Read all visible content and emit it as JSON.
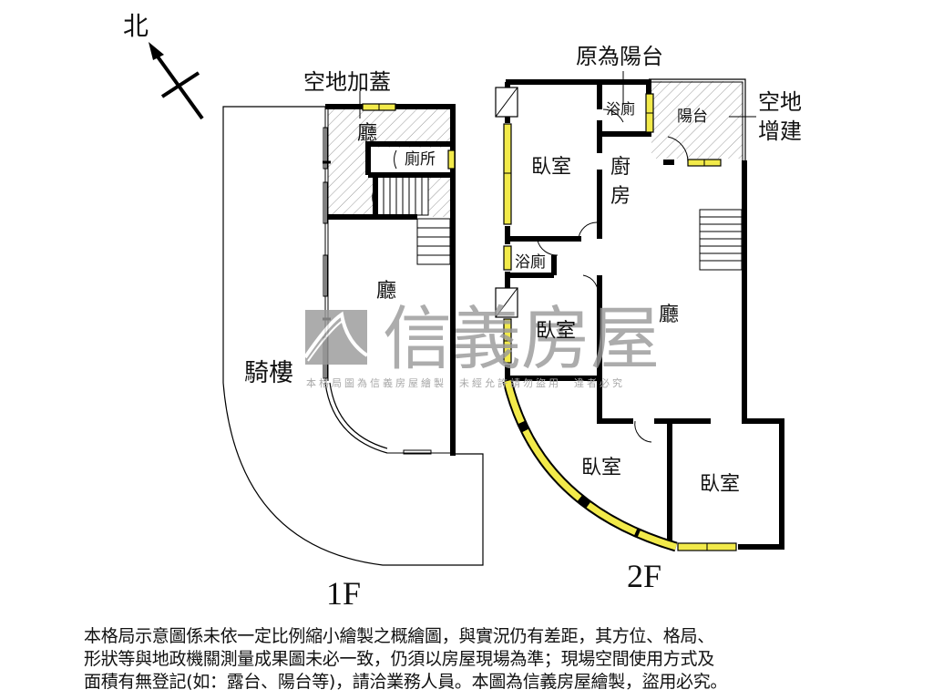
{
  "compass": {
    "north_label": "北"
  },
  "floor_1f": {
    "floor_label": "1F",
    "annotation_added_structure": "空地加蓋",
    "rooms": {
      "living_upper": "廳",
      "toilet": "廁所",
      "living_main": "廳",
      "arcade": "騎樓"
    }
  },
  "floor_2f": {
    "floor_label": "2F",
    "annotation_former_balcony": "原為陽台",
    "annotation_extension": [
      "空地",
      "增建"
    ],
    "rooms": {
      "bedroom_nw": "臥室",
      "bath_top": "浴廁",
      "balcony": "陽台",
      "kitchen": [
        "廚",
        "房"
      ],
      "bath_mid": "浴廁",
      "bedroom_mid": "臥室",
      "living": "廳",
      "bedroom_curve": "臥室",
      "bedroom_se": "臥室"
    }
  },
  "watermark": {
    "brand": "信義房屋",
    "notice": "本格局圖為信義房屋繪製　未經允許請勿盜用　違者必究"
  },
  "disclaimer": {
    "lines": [
      "本格局示意圖係未依一定比例縮小繪製之概繪圖，與實況仍有差距，其方位、格局、",
      "形狀等與地政機關測量成果圖未必一致，仍須以房屋現場為準；現場空間使用方式及",
      "面積有無登記(如：露台、陽台等)，請洽業務人員。本圖為信義房屋繪製，盜用必究。"
    ]
  },
  "colors": {
    "wall": "#000000",
    "window_fill": "#f2ea4a",
    "hatch": "#9a9a9a",
    "watermark": "#9a9a9a"
  }
}
